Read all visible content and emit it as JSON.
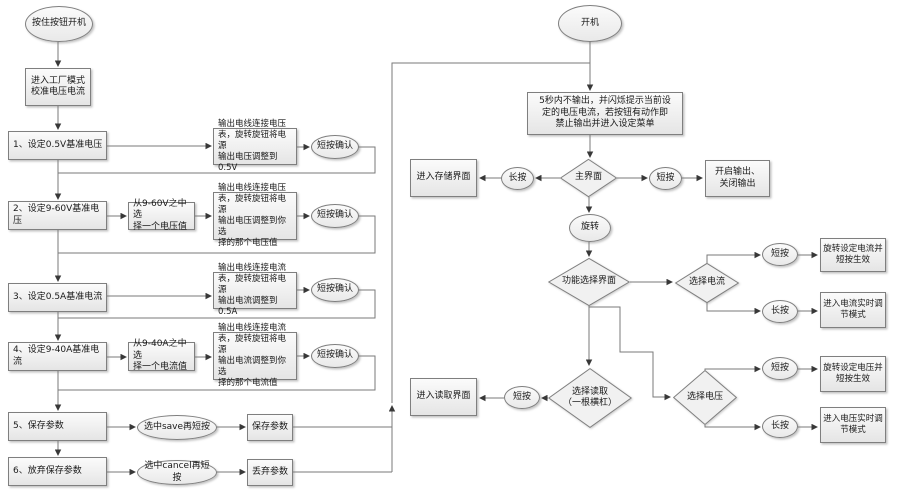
{
  "colors": {
    "node_border": "#7f7f7f",
    "node_fill_top": "#fbfbfb",
    "node_fill_bottom": "#e5e5e5",
    "connector_line": "#7a7a7a",
    "arrowhead": "#383838",
    "text": "#1a1a1a",
    "background": "#ffffff"
  },
  "nodes": {
    "hold_power": "按住按钮开机",
    "factory": "进入工厂模式\n校准电压电流",
    "step1": "1、设定0.5V基准电压",
    "step2": "2、设定9-60V基准电压",
    "step3": "3、设定0.5A基准电流",
    "step4": "4、设定9-40A基准电流",
    "step5": "5、保存参数",
    "step6": "6、放弃保存参数",
    "pick_v": "从9-60V之中选\n择一个电压值",
    "pick_a": "从9-40A之中选\n择一个电流值",
    "detail1": "输出电线连接电压\n表，旋转旋钮将电源\n输出电压调整到0.5V",
    "detail2": "输出电线连接电压\n表，旋转旋钮将电源\n输出电压调整到你选\n择的那个电压值",
    "detail3": "输出电线连接电流\n表，旋转旋钮将电源\n输出电流调整到0.5A",
    "detail4": "输出电线连接电流\n表，旋转旋钮将电源\n输出电流调整到你选\n择的那个电流值",
    "confirm": "短按确认",
    "save_sel": "选中save再短按",
    "cancel_sel": "选中cancel再短按",
    "save_box": "保存参数",
    "discard_box": "丢弃参数",
    "power_on": "开机",
    "boot": "5秒内不输出，并闪烁提示当前设\n定的电压电流，若按钮有动作即\n禁止输出并进入设定菜单",
    "main_ui": "主界面",
    "long_press": "长按",
    "short_press": "短按",
    "store_box": "进入存储界面",
    "output_box": "开启输出、\n关闭输出",
    "rotate": "旋转",
    "func_sel": "功能选择界面",
    "sel_cur": "选择电流",
    "sel_volt": "选择电压",
    "sel_read": "选择读取\n（一根横杠）",
    "read_box": "进入读取界面",
    "set_cur": "旋转设定电流并\n短按生效",
    "rt_cur": "进入电流实时调\n节模式",
    "set_volt": "旋转设定电压并\n短按生效",
    "rt_volt": "进入电压实时调\n节模式"
  }
}
